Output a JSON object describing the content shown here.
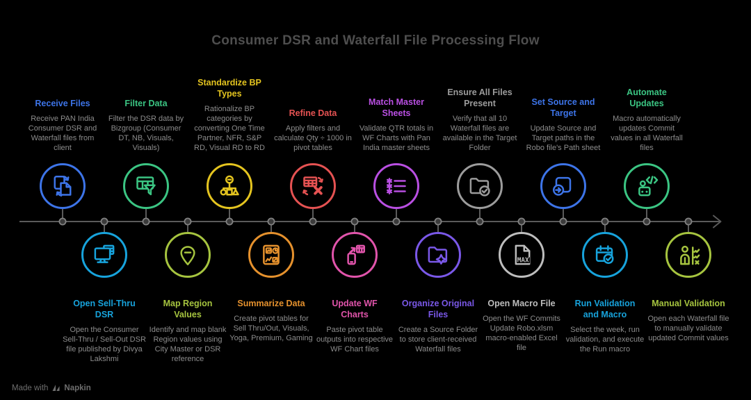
{
  "title": "Consumer DSR and Waterfall File Processing Flow",
  "ui": {
    "background": "#000000",
    "title_color": "#4e4e4e",
    "description_color": "#8d8d8d",
    "timeline_color": "#5a5a5a",
    "footer_color": "#6e6e6e"
  },
  "top_nodes": [
    {
      "label": "Receive Files",
      "description": "Receive PAN India Consumer DSR and Waterfall files from client",
      "color": "#3d74e8",
      "icon": "files-transfer-icon"
    },
    {
      "label": "Filter Data",
      "description": "Filter the DSR data by Bizgroup (Consumer DT, NB, Visuals, Visuals)",
      "color": "#3bc583",
      "icon": "table-filter-icon"
    },
    {
      "label": "Standardize BP Types",
      "description": "Rationalize BP categories by converting One Time Partner, NFR, S&P RD, Visual RD to RD",
      "color": "#e4c41f",
      "icon": "hierarchy-shapes-icon"
    },
    {
      "label": "Refine Data",
      "description": "Apply filters and calculate Qty ÷ 1000 in pivot tables",
      "color": "#e55252",
      "icon": "table-remove-icon"
    },
    {
      "label": "Match Master Sheets",
      "description": "Validate QTR totals in WF Charts with Pan India master sheets",
      "color": "#b94fe2",
      "icon": "asterisk-list-icon"
    },
    {
      "label": "Ensure All Files Present",
      "description": "Verify that all 10 Waterfall files are available in the Target Folder",
      "color": "#9c9c9c",
      "icon": "folder-check-icon"
    },
    {
      "label": "Set Source and Target",
      "description": "Update Source and Target paths in the Robo file's Path sheet",
      "color": "#3d74e8",
      "icon": "document-arrow-in-icon"
    },
    {
      "label": "Automate Updates",
      "description": "Macro automatically updates Commit values in all Waterfall files",
      "color": "#3bc583",
      "icon": "robot-code-icon"
    }
  ],
  "bottom_nodes": [
    {
      "label": "Open Sell-Thru DSR",
      "description": "Open the Consumer Sell-Thru / Sell-Out DSR file published by Divya Lakshmi",
      "color": "#17a3dc",
      "icon": "monitor-spreadsheet-icon"
    },
    {
      "label": "Map Region Values",
      "description": "Identify and map blank Region values using City Master or DSR reference",
      "color": "#a6c43f",
      "icon": "map-pin-icon"
    },
    {
      "label": "Summarize Data",
      "description": "Create pivot tables for Sell Thru/Out, Visuals, Yoga, Premium, Gaming",
      "color": "#e5912d",
      "icon": "report-charts-icon"
    },
    {
      "label": "Update WF Charts",
      "description": "Paste pivot table outputs into respective WF Chart files",
      "color": "#e154ab",
      "icon": "phone-to-table-icon"
    },
    {
      "label": "Organize Original Files",
      "description": "Create a Source Folder to store client-received Waterfall files",
      "color": "#7a58e8",
      "icon": "folder-sparkle-icon"
    },
    {
      "label": "Open Macro File",
      "description": "Open the WF Commits Update Robo.xlsm macro-enabled Excel file",
      "color": "#bdbdbd",
      "icon": "max-file-icon",
      "icon_text": "MAX"
    },
    {
      "label": "Run Validation and Macro",
      "description": "Select the week, run validation, and execute the Run macro",
      "color": "#17a3dc",
      "icon": "calendar-check-icon"
    },
    {
      "label": "Manual Validation",
      "description": "Open each Waterfall file to manually validate updated Commit values",
      "color": "#a6c43f",
      "icon": "person-checklist-icon"
    }
  ],
  "footer": {
    "made_with": "Made with",
    "brand": "Napkin"
  }
}
